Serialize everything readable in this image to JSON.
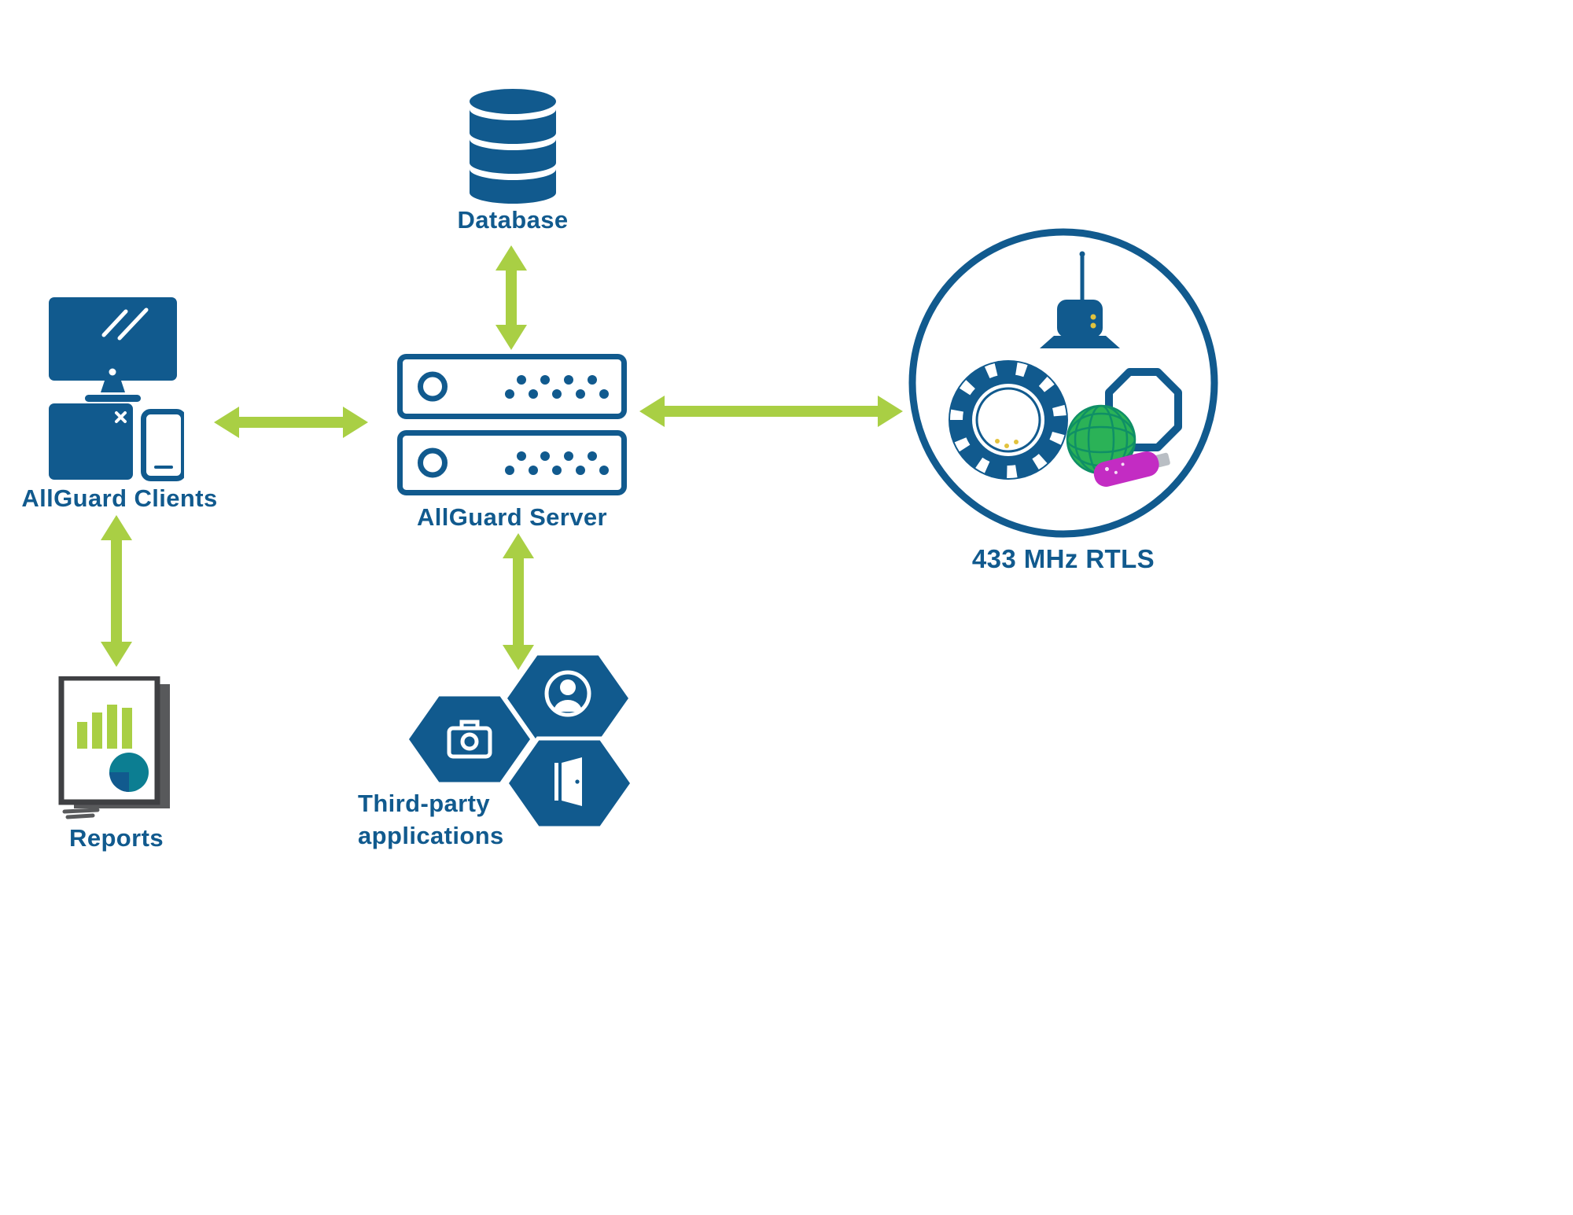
{
  "colors": {
    "blue": "#115a8e",
    "green": "#a9cf44",
    "gray": "#58595b",
    "dark_gray": "#3f4043",
    "teal": "#0c7e92",
    "ball": "#2bb257",
    "ball_line": "#0f8f66",
    "magenta": "#c32cc3",
    "yellow": "#e2c23d",
    "stem": "#b9bec4"
  },
  "nodes": {
    "database": {
      "label": "Database",
      "icon": "database-cylinder-icon"
    },
    "server": {
      "label": "AllGuard Server",
      "icon": "rack-server-icon"
    },
    "clients": {
      "label": "AllGuard Clients",
      "icon": "desktop-window-phone-icon"
    },
    "reports": {
      "label": "Reports",
      "icon": "report-document-icon"
    },
    "third_party": {
      "line1": "Third-party",
      "line2": "applications",
      "icon": "hexagon-apps-icon"
    },
    "rtls": {
      "label": "433 MHz RTLS",
      "icon": "rtls-tags-circle-icon"
    }
  },
  "edges": [
    {
      "from": "database",
      "to": "server",
      "style": "double-arrow"
    },
    {
      "from": "clients",
      "to": "server",
      "style": "double-arrow"
    },
    {
      "from": "server",
      "to": "rtls",
      "style": "double-arrow"
    },
    {
      "from": "clients",
      "to": "reports",
      "style": "double-arrow"
    },
    {
      "from": "server",
      "to": "third_party",
      "style": "double-arrow"
    }
  ]
}
